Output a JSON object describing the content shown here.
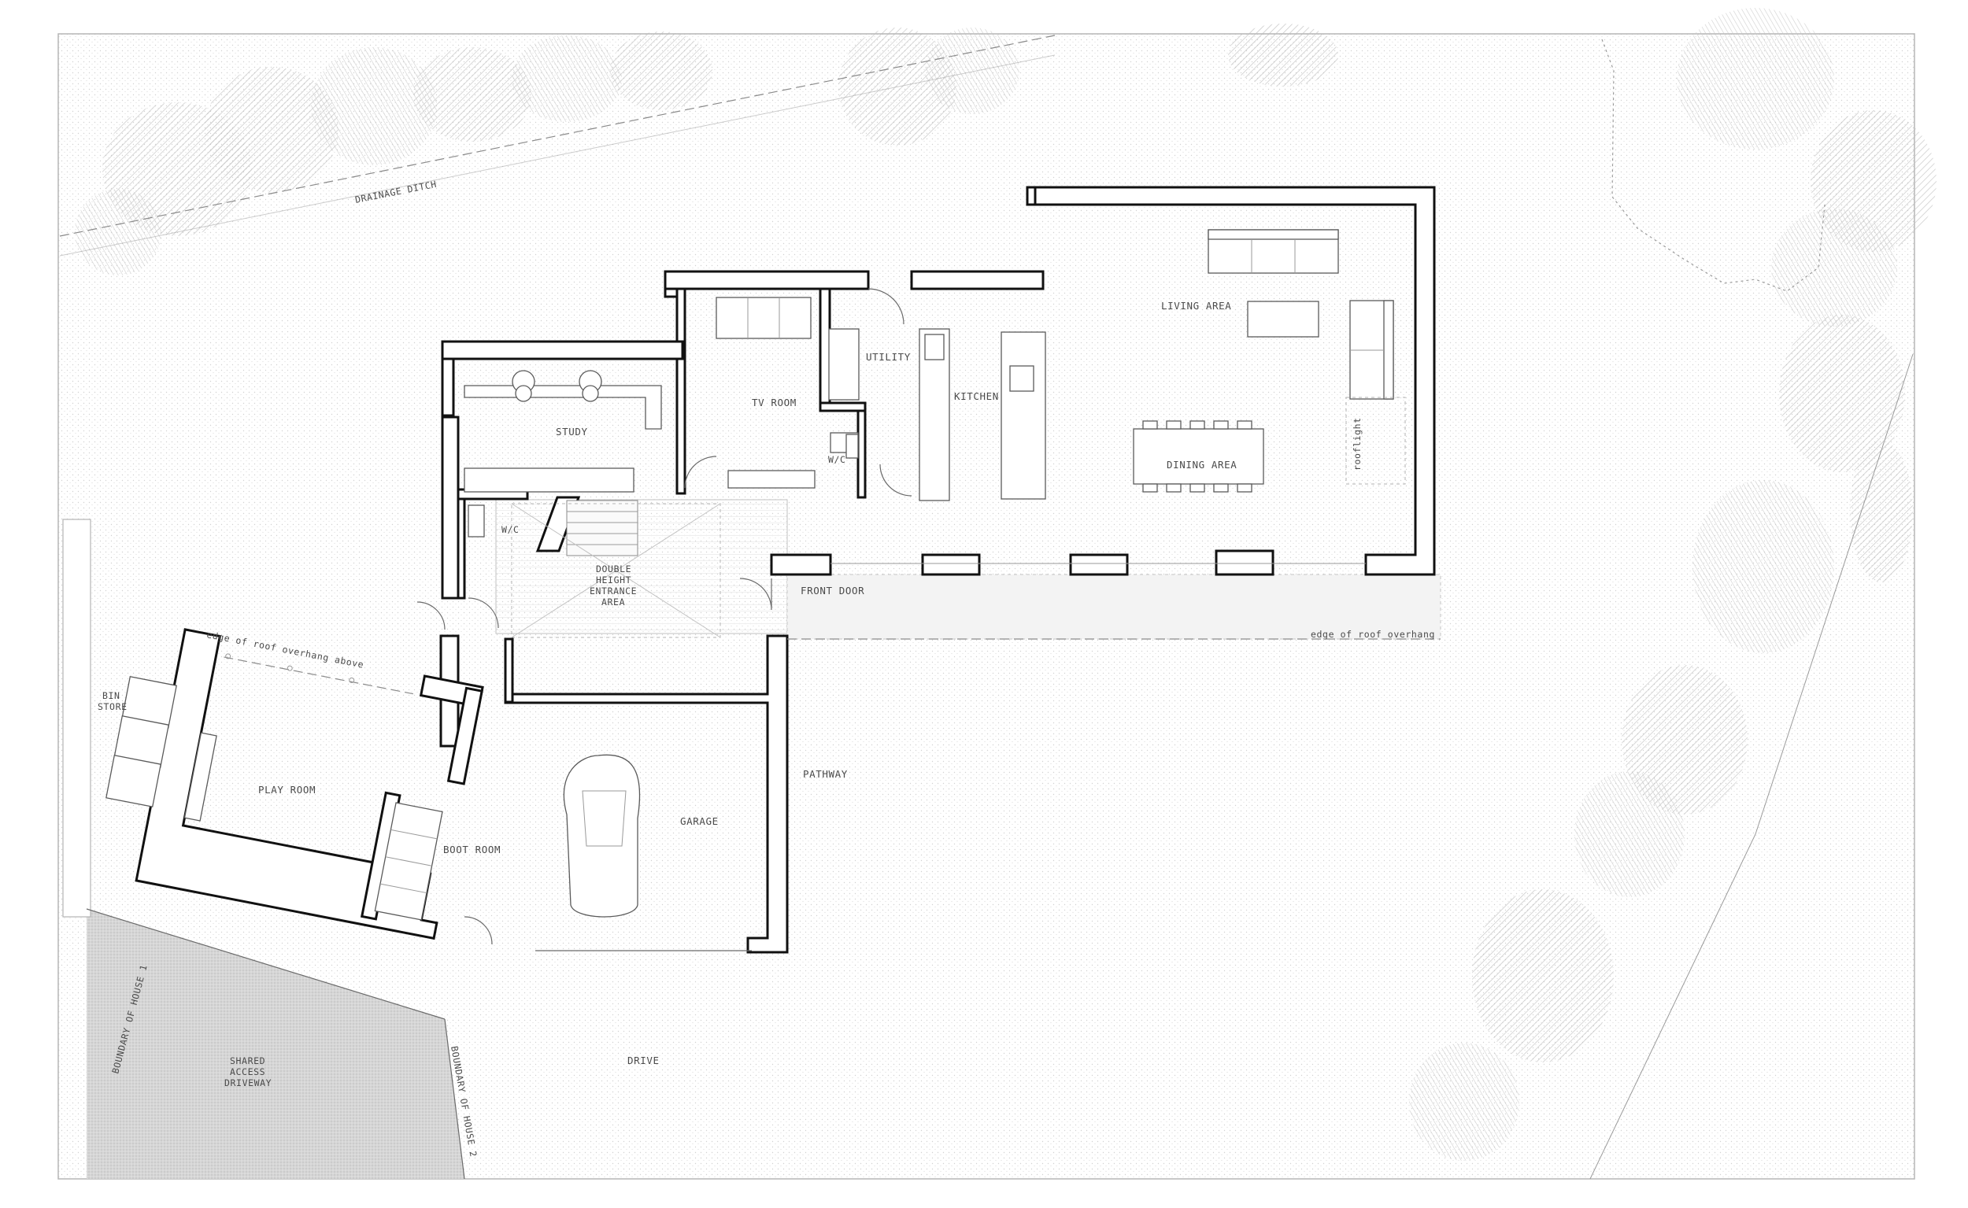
{
  "labels": {
    "drainage_ditch": "DRAINAGE DITCH",
    "living_area": "LIVING AREA",
    "dining_area": "DINING AREA",
    "kitchen": "KITCHEN",
    "utility": "UTILITY",
    "tv_room": "TV ROOM",
    "study": "STUDY",
    "wc_upper": "W/C",
    "wc_lower": "W/C",
    "rooflight": "rooflight",
    "entrance_line1": "DOUBLE",
    "entrance_line2": "HEIGHT",
    "entrance_line3": "ENTRANCE",
    "entrance_line4": "AREA",
    "front_door": "FRONT DOOR",
    "roof_overhang": "edge of roof overhang",
    "roof_overhang_above": "edge of roof overhang above",
    "bin_line1": "BIN",
    "bin_line2": "STORE",
    "play_room": "PLAY ROOM",
    "boot_room": "BOOT ROOM",
    "garage": "GARAGE",
    "pathway": "PATHWAY",
    "drive": "DRIVE",
    "shared_line1": "SHARED",
    "shared_line2": "ACCESS",
    "shared_line3": "DRIVEWAY",
    "boundary_house_1": "BOUNDARY OF HOUSE 1",
    "boundary_house_2": "BOUNDARY OF HOUSE 2"
  },
  "colors": {
    "wall": "#111111",
    "tree_canopy": "#d0d0d0",
    "ground_texture": "#ededed",
    "label_text": "#4a4a4a"
  }
}
